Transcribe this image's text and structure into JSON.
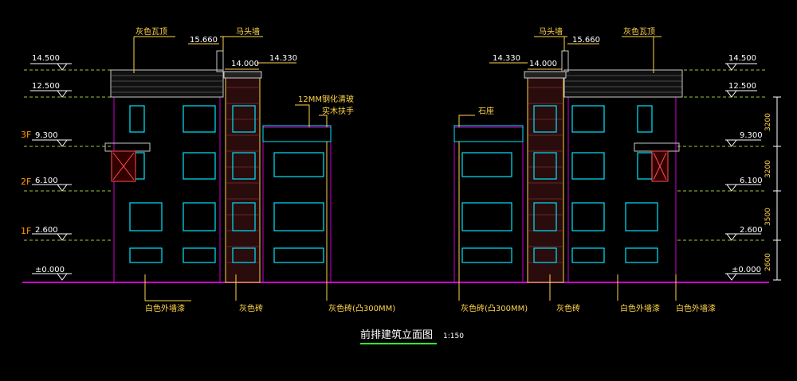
{
  "drawing": {
    "title": "前排建筑立面图",
    "scale": "1:150",
    "colors": {
      "background": "#000000",
      "wall": "#d000d0",
      "window": "#00e5ff",
      "brick": "#e06060",
      "level_line": "#9acd32",
      "label": "#ffd54a",
      "floor_tag": "#ff9900"
    }
  },
  "levels_left": [
    "14.500",
    "12.500",
    "9.300",
    "6.100",
    "2.600",
    "±0.000"
  ],
  "levels_right": [
    "14.500",
    "12.500",
    "9.300",
    "6.100",
    "2.600",
    "±0.000"
  ],
  "floor_tags": [
    "3F",
    "2F",
    "1F"
  ],
  "roof_levels": {
    "left_ridge": "15.660",
    "left_parapet": "14.000",
    "left_parapet2": "14.330",
    "right_ridge": "15.660",
    "right_parapet": "14.000",
    "right_parapet2": "14.330"
  },
  "labels": {
    "gray_tile_roof": "灰色瓦顶",
    "horse_head_wall": "马头墙",
    "glass_rail": "12MM钢化清玻",
    "wood_handrail": "实木扶手",
    "stone_base": "石座",
    "white_paint_left": "白色外墙漆",
    "gray_brick_left": "灰色砖",
    "gray_brick_protrude_left": "灰色砖(凸300MM)",
    "gray_brick_protrude_right": "灰色砖(凸300MM)",
    "gray_brick_right": "灰色砖",
    "white_paint_right1": "白色外墙漆",
    "white_paint_right2": "白色外墙漆"
  },
  "dimensions": [
    "3200",
    "3200",
    "3500",
    "2600"
  ]
}
